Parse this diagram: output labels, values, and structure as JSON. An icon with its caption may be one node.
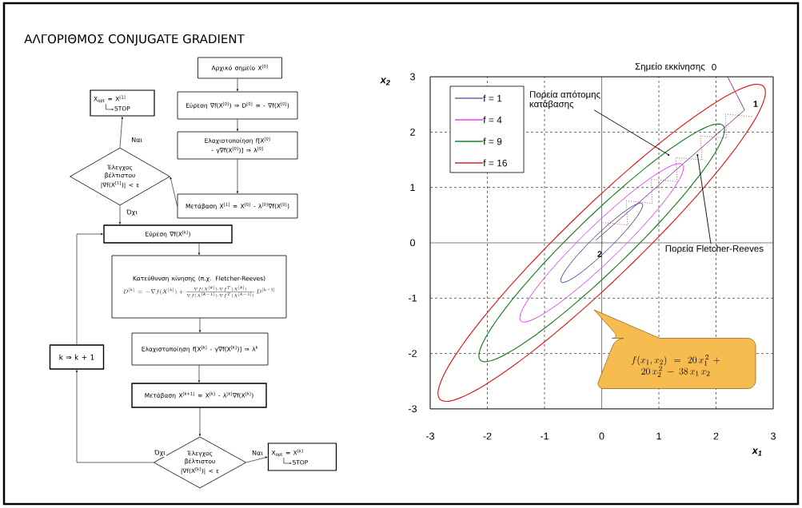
{
  "diagram": {
    "title": "ΑΛΓΟΡΙΘΜΟΣ CONJUGATE GRADIENT",
    "nodes": [
      {
        "text": [
          "Αρχικό σημείο X$^{[0]}$"
        ]
      },
      {
        "text": [
          "Εύρεση ∇f(X$^{[0]}$) ⇒ D$^{[0]}$ = - ∇f(X$^{[0]}$)"
        ]
      },
      {
        "text": [
          "Ελαχιστοποίηση f[X$^{[0]}$ - γ∇f(X$^{[0]}$)] ⇒ λ$^{[0]}$"
        ]
      },
      {
        "text": [
          "Μετάβαση X$^{[1]}$ = X$^{[0]}$ - λ$^{[0]}$∇f(X$^{[0]}$)"
        ]
      },
      {
        "text": [
          "Έλεγχος βέλτιστου",
          "|∇f(X$^{[1]}$)| < ε"
        ]
      },
      {
        "text": [
          "X$_{opt}$ = X$^{[1]}$",
          "STOP"
        ]
      },
      {
        "text": [
          "Εύρεση ∇f(X$^{[k]}$)"
        ]
      },
      {
        "text": [
          "Κατεύθυνση κίνησης (π.χ. Fletcher-Reeves)",
          "D^{[k]} = -\\nabla f(X^{[k]}) + \\frac{\\nabla f(X^{[k]})\\cdot\\nabla f^{T}(X^{[k]})}{\\nabla f(X^{[k-1]})\\cdot\\nabla f^{T}(X^{[k-1]})}\\,D^{[k-1]}"
        ]
      },
      {
        "text": [
          "Ελαχιστοποίηση f[X$^{[k]}$ - γ∇f(X$^{[k]}$)] ⇒ λ$^{k}$"
        ]
      },
      {
        "text": [
          "Μετάβαση X$^{[k+1]}$ = X$^{[k]}$ - λ$^{[k]}$∇f(X$^{[k]}$)"
        ]
      },
      {
        "text": [
          "Έλεγχος βέλτιστου",
          "|∇f(X$^{[k]}$)| < ε"
        ]
      },
      {
        "text": [
          "X$_{opt}$ = X$^{[k]}$",
          "STOP"
        ]
      },
      {
        "text": [
          "k ⇒ k + 1"
        ]
      },
      {
        "text": [
          "f(x_1, x_2) = 20\\,x_1^{\\,2} + 20\\,x_2^{\\,2} - 38\\,x_1\\,x_2"
        ]
      },
      {
        "text": [
          "Πορεία απότομης κατάβασης"
        ]
      },
      {
        "text": [
          "Πορεία Fletcher-Reeves"
        ]
      }
    ],
    "edges": [
      {
        "from": 0,
        "to": 1,
        "arrow": "to"
      },
      {
        "from": 1,
        "to": 2,
        "arrow": "to"
      },
      {
        "from": 2,
        "to": 3,
        "arrow": "to"
      },
      {
        "from": 3,
        "to": 4,
        "arrow": "to"
      },
      {
        "from": 4,
        "to": 5,
        "arrow": "to",
        "label": "Ναι"
      },
      {
        "from": 4,
        "to": 6,
        "arrow": "to",
        "label": "Όχι"
      },
      {
        "from": 6,
        "to": 7,
        "arrow": "to"
      },
      {
        "from": 7,
        "to": 8,
        "arrow": "to"
      },
      {
        "from": 8,
        "to": 9,
        "arrow": "to"
      },
      {
        "from": 9,
        "to": 10,
        "arrow": "to"
      },
      {
        "from": 10,
        "to": 11,
        "arrow": "to",
        "label": "Ναι"
      },
      {
        "from": 10,
        "to": 12,
        "arrow": "to",
        "label": "Όχι"
      },
      {
        "from": 12,
        "to": 6,
        "arrow": "to"
      },
      {
        "from": 14,
        "to": null,
        "arrow": "to"
      },
      {
        "from": 15,
        "to": null,
        "arrow": "to"
      }
    ],
    "labels": [
      "Σημείο εκκίνησης",
      "0",
      "1",
      "2",
      "x$_{2}$",
      "3",
      "2",
      "1",
      "0",
      "-1",
      "-2",
      "-3",
      "-3",
      "-2",
      "-1",
      "0",
      "1",
      "2",
      "3",
      "x$_{1}$"
    ],
    "legend": [
      {
        "text": "f = 1"
      },
      {
        "text": "f = 4"
      },
      {
        "text": "f = 9"
      },
      {
        "text": "f = 16"
      }
    ]
  }
}
